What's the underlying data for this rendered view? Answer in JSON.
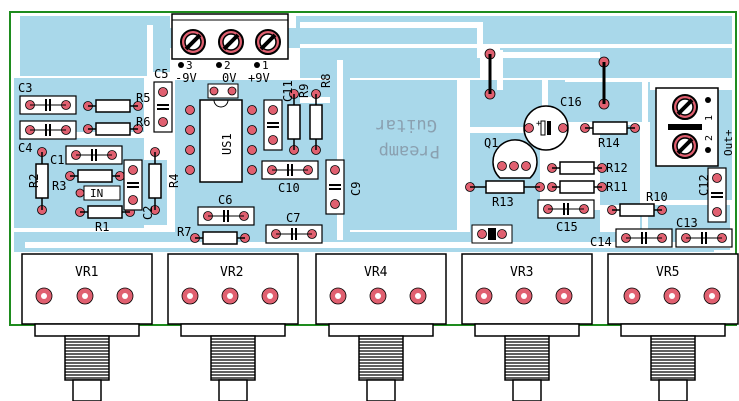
{
  "board_labels": {
    "watermark_line1": "Guitar",
    "watermark_line2": "Preamp",
    "in_label": "IN",
    "out_label": "Out+",
    "power_pins": [
      "-9V",
      "0V",
      "+9V"
    ],
    "terminal_top_pins": [
      "3",
      "2",
      "1"
    ],
    "terminal_right_pins": [
      "1",
      "2"
    ]
  },
  "components": {
    "C1": "C1",
    "C2": "C2",
    "C3": "C3",
    "C4": "C4",
    "C5": "C5",
    "C6": "C6",
    "C7": "C7",
    "C9": "C9",
    "C10": "C10",
    "C11": "C11",
    "C12": "C12",
    "C13": "C13",
    "C14": "C14",
    "C15": "C15",
    "C16": "C16",
    "R1": "R1",
    "R2": "R2",
    "R3": "R3",
    "R4": "R4",
    "R5": "R5",
    "R6": "R6",
    "R7": "R7",
    "R8": "R8",
    "R9": "R9",
    "R10": "R10",
    "R11": "R11",
    "R12": "R12",
    "R13": "R13",
    "R14": "R14",
    "US1": "US1",
    "Q1": "Q1",
    "VR1": "VR1",
    "VR2": "VR2",
    "VR4": "VR4",
    "VR3": "VR3",
    "VR5": "VR5"
  },
  "colors": {
    "copper": "#a9d8ea",
    "board_outline": "#1e8c1e",
    "silkscreen": "#000000",
    "pad": "#e06070",
    "watermark": "#8aa0b0"
  }
}
